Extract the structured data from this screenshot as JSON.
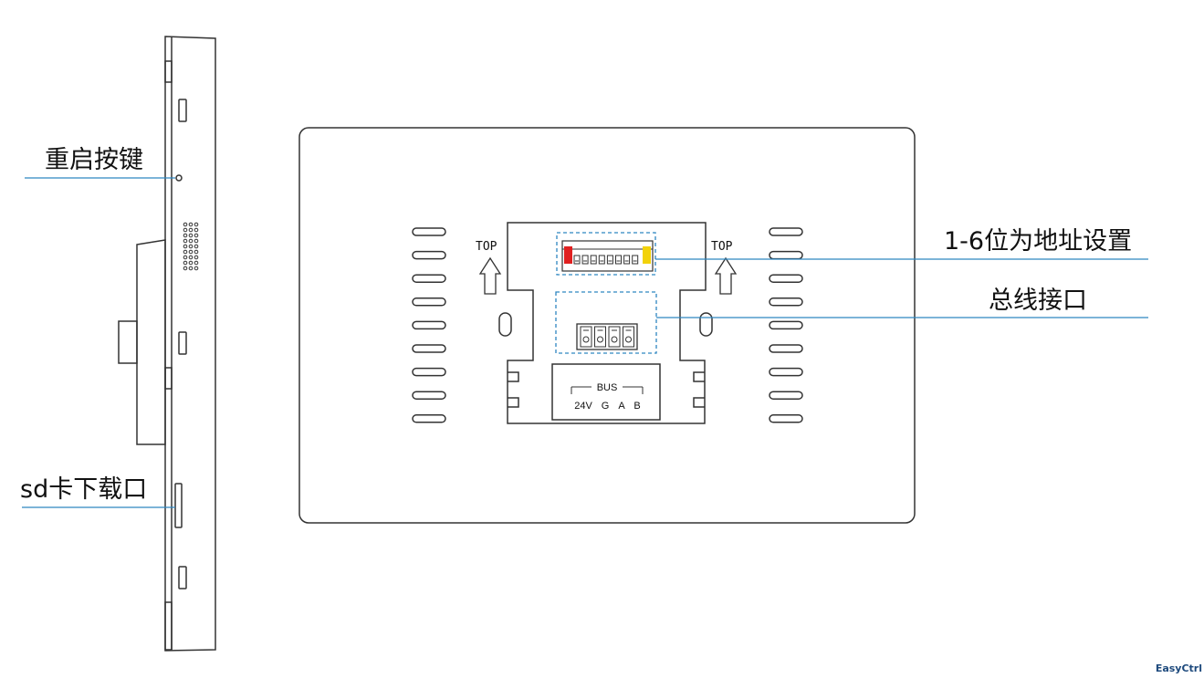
{
  "labels": {
    "reset_button": "重启按键",
    "sd_card": "sd卡下载口",
    "address_setting": "1-6位为地址设置",
    "bus_interface": "总线接口"
  },
  "connector": {
    "bus_title": "BUS",
    "terminals": [
      "24V",
      "G",
      "A",
      "B"
    ]
  },
  "orientation_mark": "TOP",
  "brand": "EasyCtrl",
  "colors": {
    "leader_line": "#2e86c1",
    "dashed_box": "#2e86c1",
    "dip_red": "#e02020",
    "dip_yellow": "#f2d20a",
    "outline": "#333333"
  }
}
